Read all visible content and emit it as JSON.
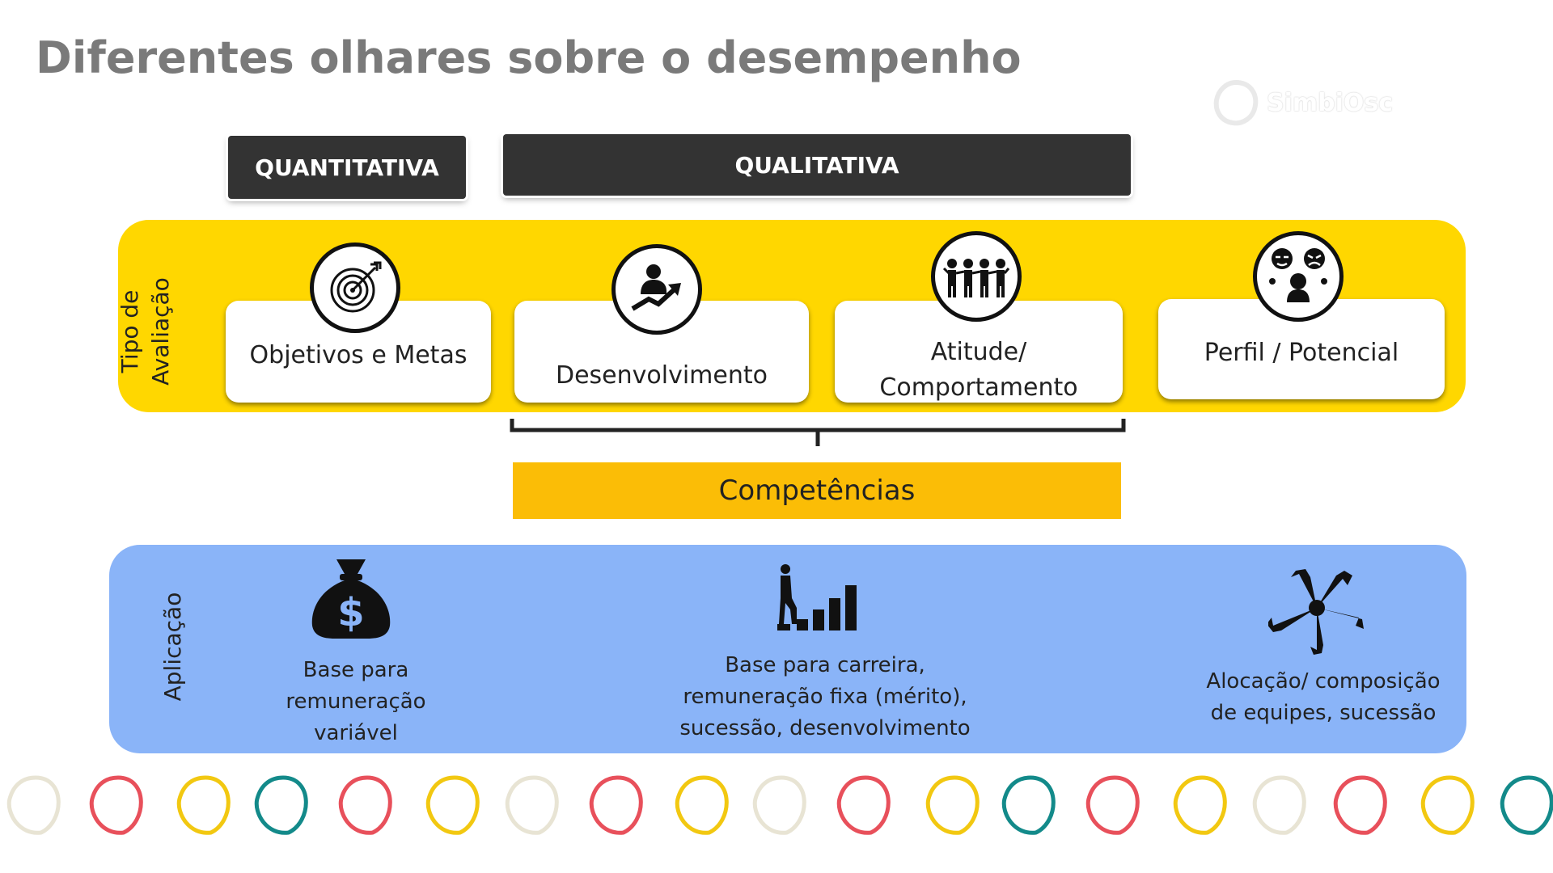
{
  "title": "Diferentes olhares sobre o desempenho",
  "watermark": {
    "text": "SimbiOsc"
  },
  "headers": {
    "quantitativa": "QUANTITATIVA",
    "qualitativa": "QUALITATIVA"
  },
  "tipo_avaliacao": {
    "label_line1": "Tipo de",
    "label_line2": "Avaliação",
    "cards": [
      {
        "label": "Objetivos e Metas",
        "icon": "target-icon"
      },
      {
        "label": "Desenvolvimento",
        "icon": "growth-person-icon"
      },
      {
        "label_line1": "Atitude/",
        "label_line2": "Comportamento",
        "icon": "team-people-icon"
      },
      {
        "label": "Perfil / Potencial",
        "icon": "profile-faces-icon"
      }
    ]
  },
  "competencias": "Competências",
  "aplicacao": {
    "label": "Aplicação",
    "items": [
      {
        "lines": [
          "Base para",
          "remuneração",
          "variável"
        ],
        "icon": "money-bag-icon"
      },
      {
        "lines": [
          "Base para carreira,",
          "remuneração  fixa (mérito),",
          "sucessão, desenvolvimento"
        ],
        "icon": "career-stairs-icon"
      },
      {
        "lines": [
          "Alocação/ composição",
          "de equipes, sucessão"
        ],
        "icon": "team-hands-icon"
      }
    ]
  },
  "colors": {
    "tipo_band": "#ffd700",
    "competencias": "#fbbd06",
    "aplicacao_band": "#8ab4f8",
    "header_dark": "#333333",
    "ring_colors": [
      "#e8e4d4",
      "#e8505b",
      "#f2c811",
      "#138a8a"
    ]
  }
}
